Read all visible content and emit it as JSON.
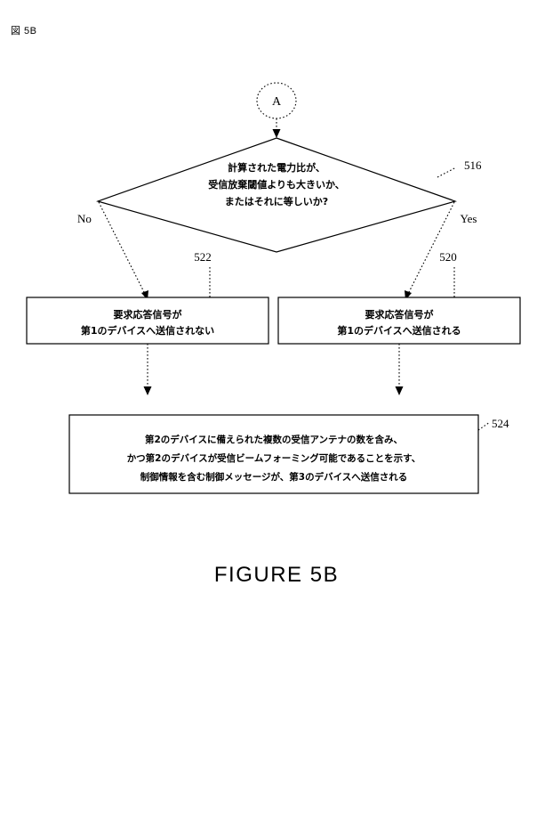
{
  "page": {
    "figure_tag": "図 5B",
    "caption": "FIGURE 5B"
  },
  "flowchart": {
    "connector_node": {
      "label": "A",
      "shape": "circle-dotted"
    },
    "decision": {
      "ref": "516",
      "shape": "diamond",
      "lines": [
        "計算された電力比が、",
        "受信放棄閾値よりも大きいか、",
        "またはそれに等しいか?"
      ],
      "branch_no": "No",
      "branch_yes": "Yes"
    },
    "process_left": {
      "ref": "522",
      "shape": "rectangle",
      "lines": [
        "要求応答信号が",
        "第1のデバイスへ送信されない"
      ]
    },
    "process_right": {
      "ref": "520",
      "shape": "rectangle",
      "lines": [
        "要求応答信号が",
        "第1のデバイスへ送信される"
      ]
    },
    "process_bottom": {
      "ref": "524",
      "shape": "rectangle",
      "lines": [
        "第2のデバイスに備えられた複数の受信アンテナの数を含み、",
        "かつ第2のデバイスが受信ビームフォーミング可能であることを示す、",
        "制御情報を含む制御メッセージが、第3のデバイスへ送信される"
      ]
    }
  },
  "colors": {
    "ink": "#000000",
    "paper": "#ffffff"
  }
}
